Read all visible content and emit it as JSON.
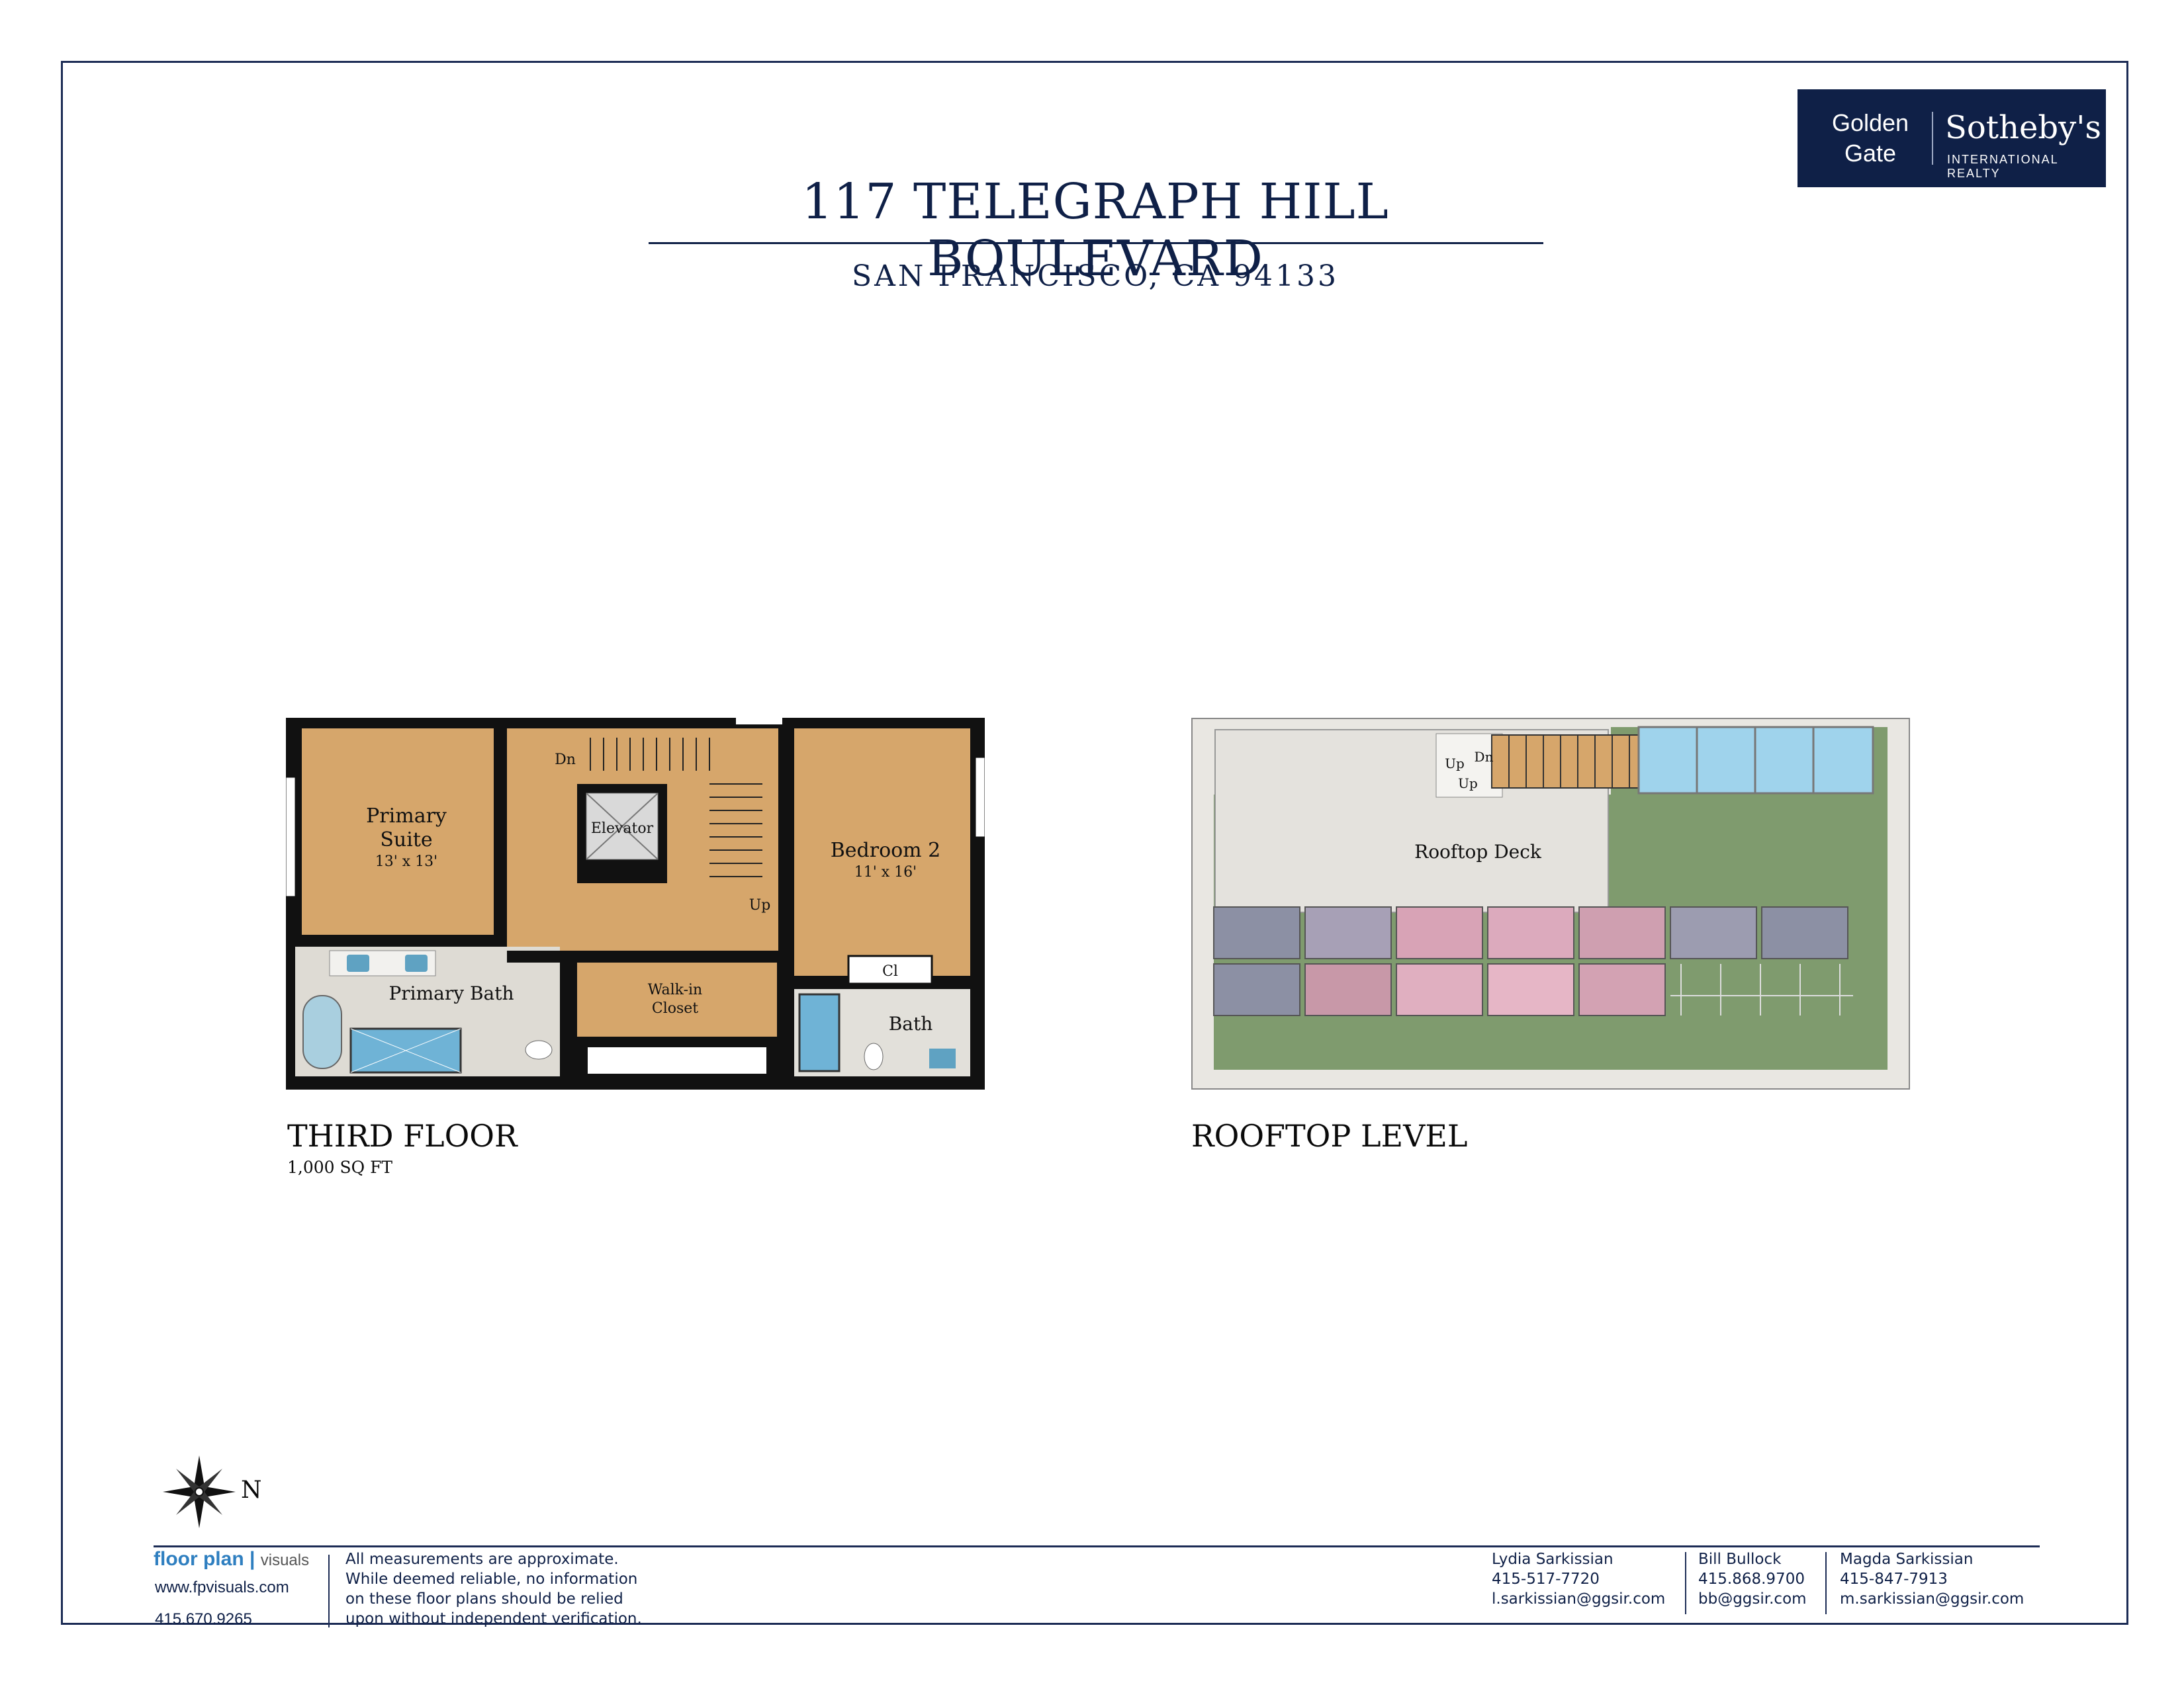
{
  "header": {
    "title": "117 TELEGRAPH HILL BOULEVARD",
    "subtitle": "SAN FRANCISCO, CA 94133"
  },
  "logo": {
    "left_line1": "Golden",
    "left_line2": "Gate",
    "brand": "Sotheby's",
    "brand_sub": "INTERNATIONAL REALTY"
  },
  "third_floor": {
    "label": "THIRD FLOOR",
    "sqft": "1,000 SQ FT",
    "rooms": {
      "primary_suite_line1": "Primary",
      "primary_suite_line2": "Suite",
      "primary_suite_dim": "13' x 13'",
      "bedroom2": "Bedroom 2",
      "bedroom2_dim": "11' x 16'",
      "elevator": "Elevator",
      "primary_bath": "Primary Bath",
      "walkin_line1": "Walk-in",
      "walkin_line2": "Closet",
      "closet": "Cl",
      "bath": "Bath",
      "stair_dn": "Dn",
      "stair_up": "Up"
    }
  },
  "rooftop": {
    "label": "ROOFTOP LEVEL",
    "rooms": {
      "deck": "Rooftop Deck",
      "dn": "Dn",
      "up1": "Up",
      "up2": "Up"
    }
  },
  "compass": {
    "north": "N"
  },
  "footer": {
    "fpv_brand": "floor plan",
    "fpv_brand_sub": "visuals",
    "fpv_url": "www.fpvisuals.com",
    "fpv_phone": "415.670.9265",
    "disclaimer": [
      "All measurements are approximate.",
      "While deemed reliable, no information",
      "on these floor plans should be relied",
      "upon without independent verification."
    ],
    "agents": [
      {
        "name": "Lydia Sarkissian",
        "phone": "415-517-7720",
        "email": "l.sarkissian@ggsir.com"
      },
      {
        "name": "Bill Bullock",
        "phone": "415.868.9700",
        "email": "bb@ggsir.com"
      },
      {
        "name": "Magda Sarkissian",
        "phone": "415-847-7913",
        "email": "m.sarkissian@ggsir.com"
      }
    ]
  },
  "colors": {
    "navy": "#0f2047",
    "wood": "#d6a66b",
    "tile": "#dedbd4",
    "deck": "#e4e2dd",
    "turf": "#7f9b6e",
    "solar_a": "#8c90a4",
    "solar_b": "#d8a3b6"
  }
}
